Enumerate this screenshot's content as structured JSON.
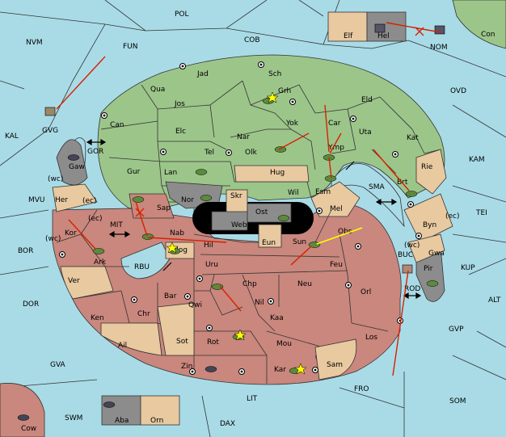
{
  "colors": {
    "sea": "#a9dbe7",
    "green": "#9cc58a",
    "red": "#c9877d",
    "tan": "#e8c9a0",
    "gray": "#8c8c8c",
    "move": "#d82000",
    "support": "#ffff00"
  },
  "labels": {
    "pol": "POL",
    "nvm": "NVM",
    "fun": "FUN",
    "cob": "COB",
    "elf": "Elf",
    "hel": "Hel",
    "nom": "NOM",
    "con": "Con",
    "ovd": "OVD",
    "kal": "KAL",
    "gvg": "GVG",
    "jad": "Jad",
    "sch": "Sch",
    "qua": "Qua",
    "jos": "Jos",
    "grh": "Grh",
    "eld": "Eld",
    "can": "Can",
    "yok": "Yok",
    "car": "Car",
    "uta": "Uta",
    "kat": "Kat",
    "elc": "Elc",
    "nar": "Nar",
    "olk": "Olk",
    "tel": "Tel",
    "ymp": "Ymp",
    "kam": "KAM",
    "gor": "GOR",
    "gaw": "Gaw",
    "gur": "Gur",
    "lan": "Lan",
    "hug": "Hug",
    "rie": "Rie",
    "brt": "Brt",
    "wc1": "(wc)",
    "wc2": "(wc)",
    "wc3": "(wc)",
    "ec1": "(ec)",
    "ec2": "(ec)",
    "ec3": "(ec)",
    "mvu": "MVU",
    "her": "Her",
    "nor": "Nor",
    "wil": "Wil",
    "esm": "Esm",
    "sma": "SMA",
    "skr": "Skr",
    "ost": "Ost",
    "mel": "Mel",
    "web": "Web",
    "tei": "TEI",
    "byn": "Byn",
    "sap": "Sap",
    "mit": "MIT",
    "kor": "Kor",
    "nab": "Nab",
    "obs": "Obs",
    "hil": "Hil",
    "eun": "Eun",
    "sun": "Sun",
    "bor": "BOR",
    "gwa": "Gwa",
    "ark": "Ark",
    "nog": "Nog",
    "buc": "BUC",
    "kup": "KUP",
    "pir": "Pir",
    "rbu": "RBU",
    "uru": "Uru",
    "feu": "Feu",
    "ver": "Ver",
    "chp": "Chp",
    "neu": "Neu",
    "orl": "Orl",
    "rod": "ROD",
    "dor": "DOR",
    "bar": "Bar",
    "qwi": "Qwi",
    "nil": "Nil",
    "alt": "ALT",
    "ken": "Ken",
    "chr": "Chr",
    "kaa": "Kaa",
    "gvp": "GVP",
    "los": "Los",
    "sot": "Sot",
    "rot": "Rot",
    "ail": "Ail",
    "mou": "Mou",
    "gva": "GVA",
    "zin": "Zin",
    "sam": "Sam",
    "kar": "Kar",
    "fro": "FRO",
    "lit": "LIT",
    "som": "SOM",
    "swm": "SWM",
    "aba": "Aba",
    "orn": "Orn",
    "dax": "DAX",
    "cow": "Cow"
  }
}
